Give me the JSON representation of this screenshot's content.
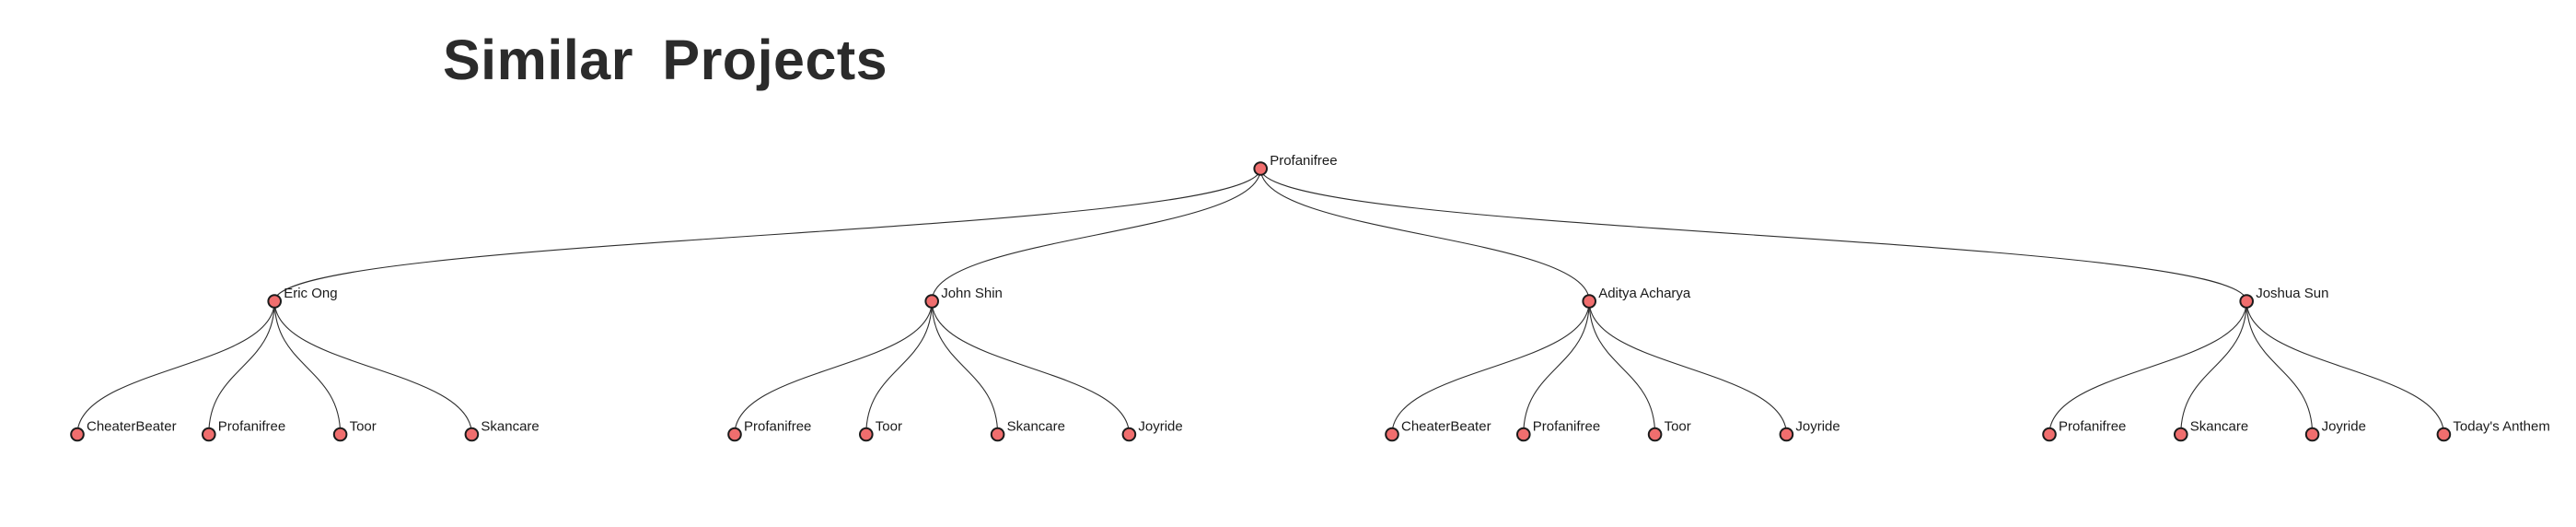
{
  "title": "Similar Projects",
  "colors": {
    "background": "#ffffff",
    "title_text": "#2b2b2b",
    "node_fill": "#f06e6e",
    "node_stroke": "#1b1b1b",
    "link_stroke": "#2e2e2e",
    "label_text": "#1a1a1a"
  },
  "tree": {
    "name": "Profanifree",
    "children": [
      {
        "name": "Eric Ong",
        "children": [
          {
            "name": "CheaterBeater"
          },
          {
            "name": "Profanifree"
          },
          {
            "name": "Toor"
          },
          {
            "name": "Skancare"
          }
        ]
      },
      {
        "name": "John Shin",
        "children": [
          {
            "name": "Profanifree"
          },
          {
            "name": "Toor"
          },
          {
            "name": "Skancare"
          },
          {
            "name": "Joyride"
          }
        ]
      },
      {
        "name": "Aditya Acharya",
        "children": [
          {
            "name": "CheaterBeater"
          },
          {
            "name": "Profanifree"
          },
          {
            "name": "Toor"
          },
          {
            "name": "Joyride"
          }
        ]
      },
      {
        "name": "Joshua Sun",
        "children": [
          {
            "name": "Profanifree"
          },
          {
            "name": "Skancare"
          },
          {
            "name": "Joyride"
          },
          {
            "name": "Today's Anthem"
          }
        ]
      }
    ]
  }
}
